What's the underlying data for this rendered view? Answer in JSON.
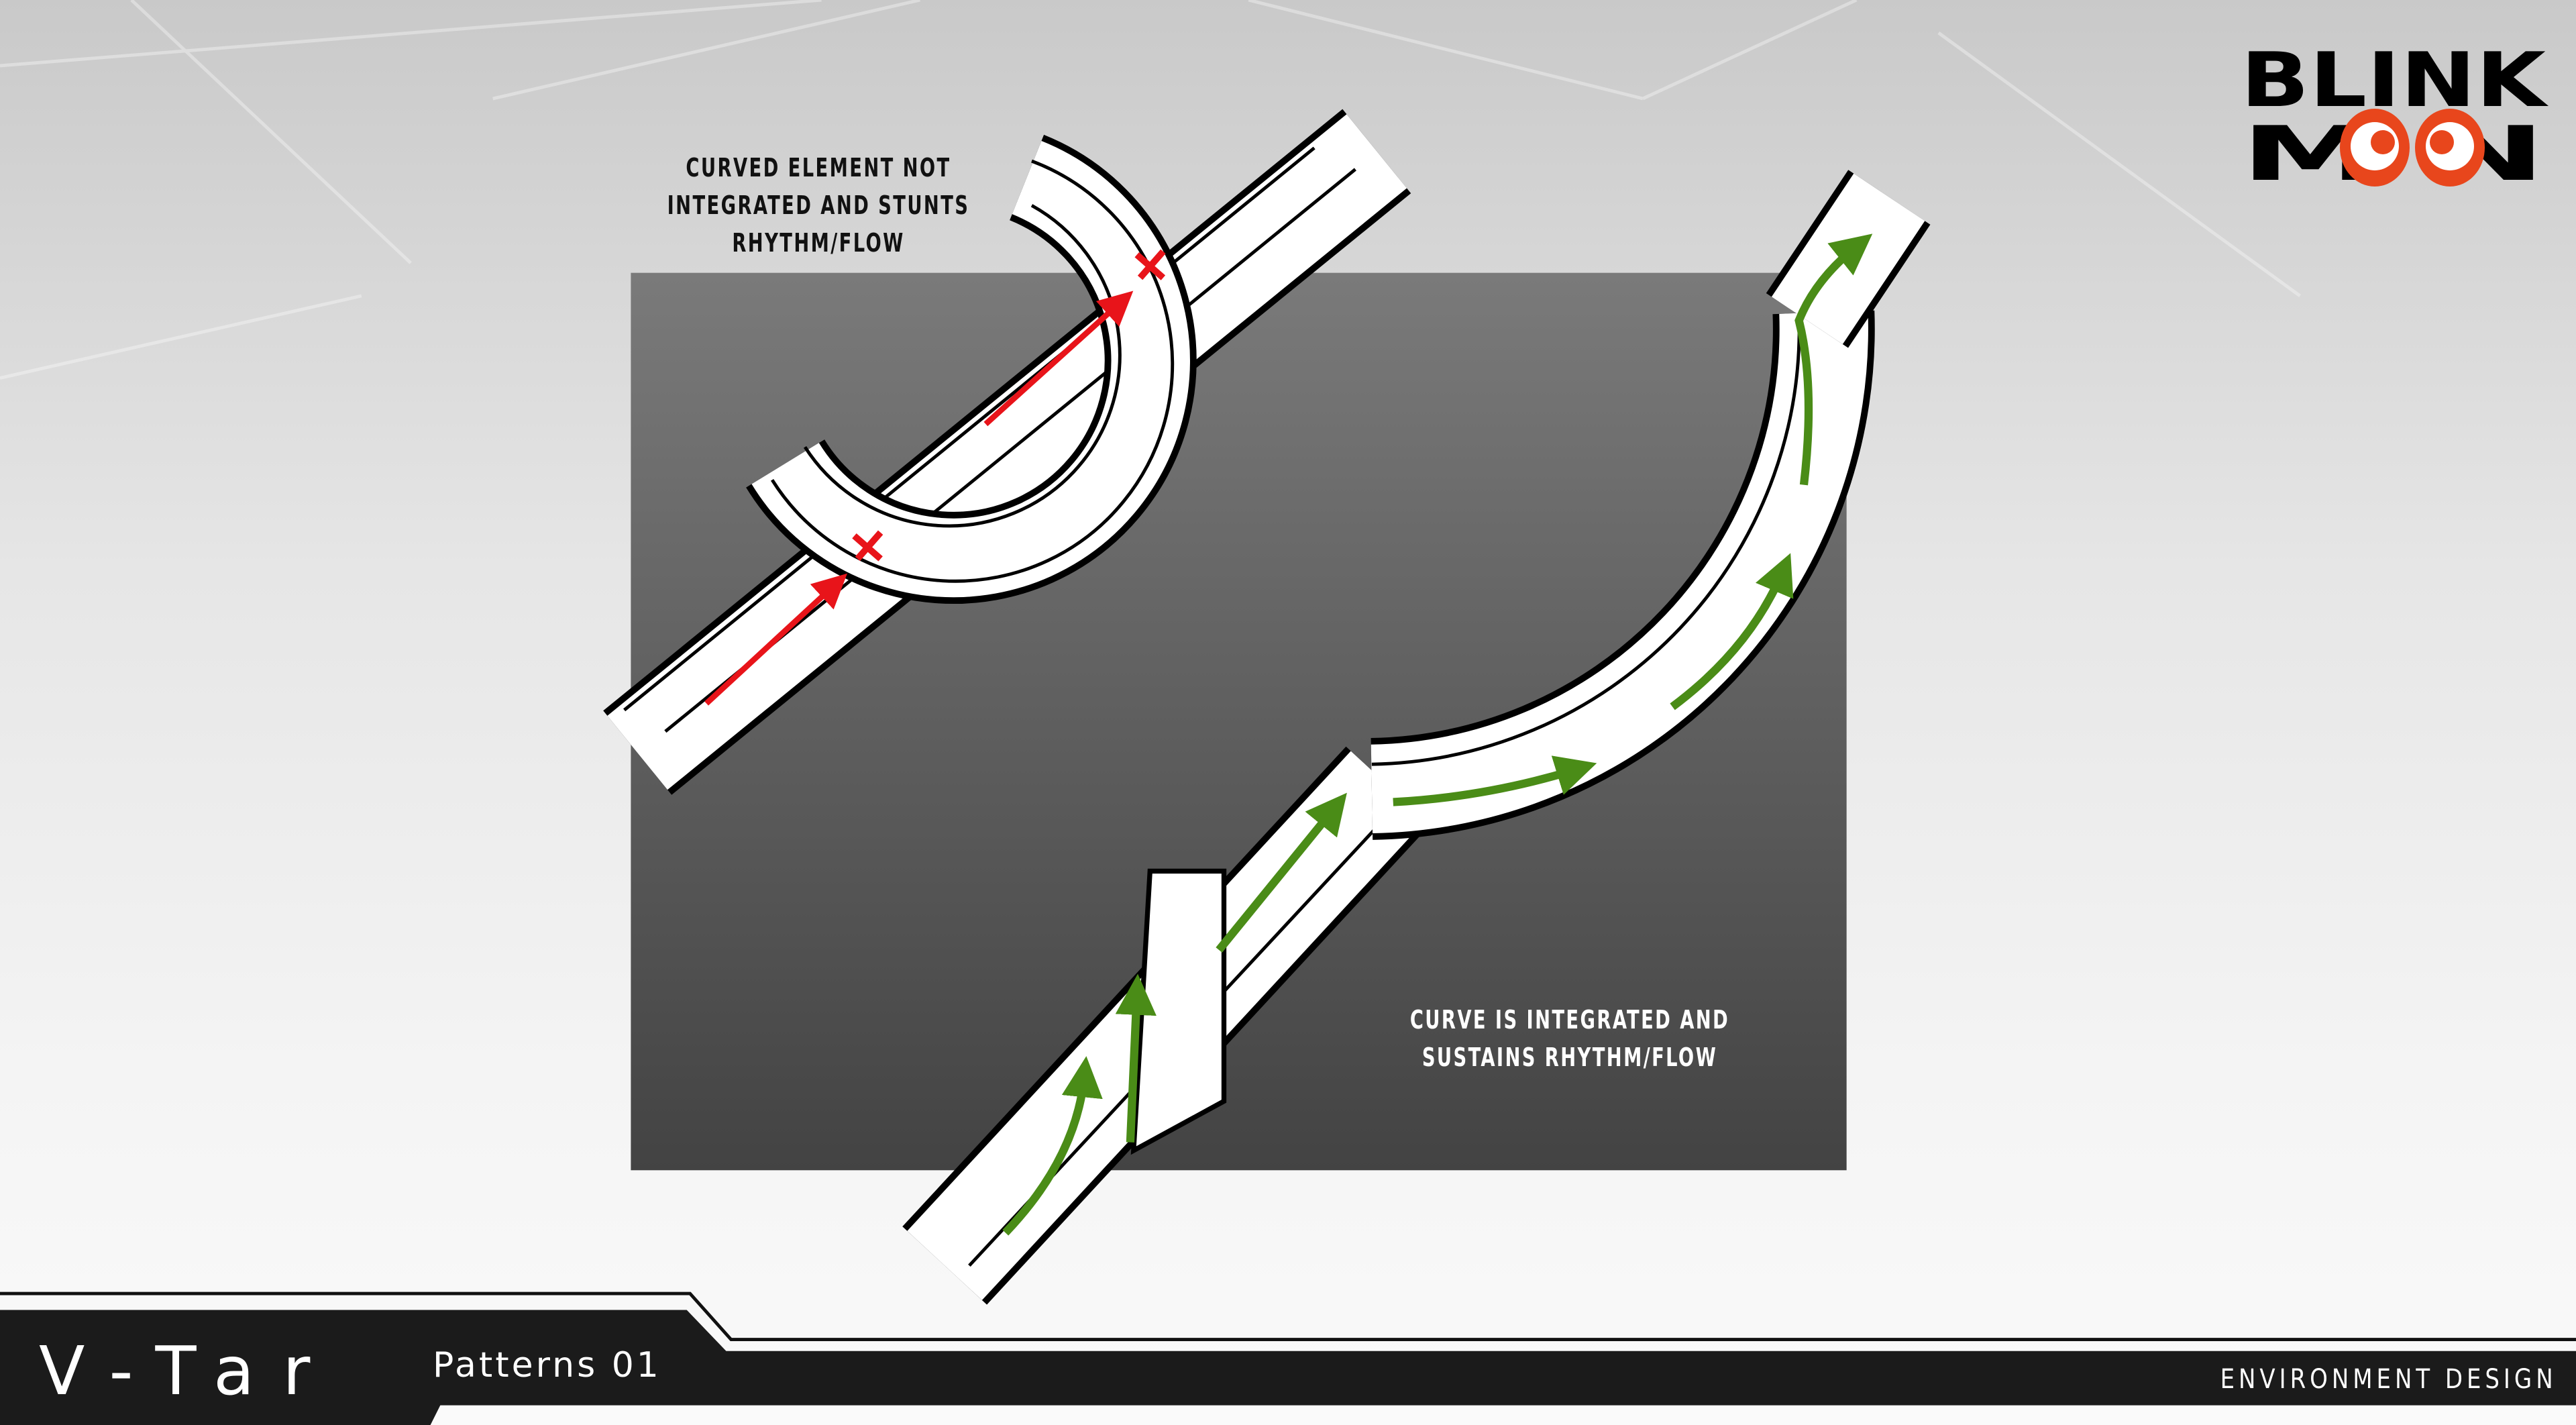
{
  "annotations": {
    "bad_example": [
      "CURVED ELEMENT NOT",
      "INTEGRATED AND STUNTS",
      "RHYTHM/FLOW"
    ],
    "good_example": [
      "CURVE IS INTEGRATED AND",
      "SUSTAINS RHYTHM/FLOW"
    ]
  },
  "logo": {
    "line1": "BLINK",
    "line2": "MOON",
    "accent": "#e8461c"
  },
  "footer": {
    "title": "V-Tar",
    "subtitle": "Patterns 01",
    "category": "ENVIRONMENT DESIGN"
  },
  "colors": {
    "bad_arrow": "#e8141a",
    "good_arrow": "#4a8c17",
    "panel_top": "#7a7a7a",
    "panel_bottom": "#444444"
  }
}
